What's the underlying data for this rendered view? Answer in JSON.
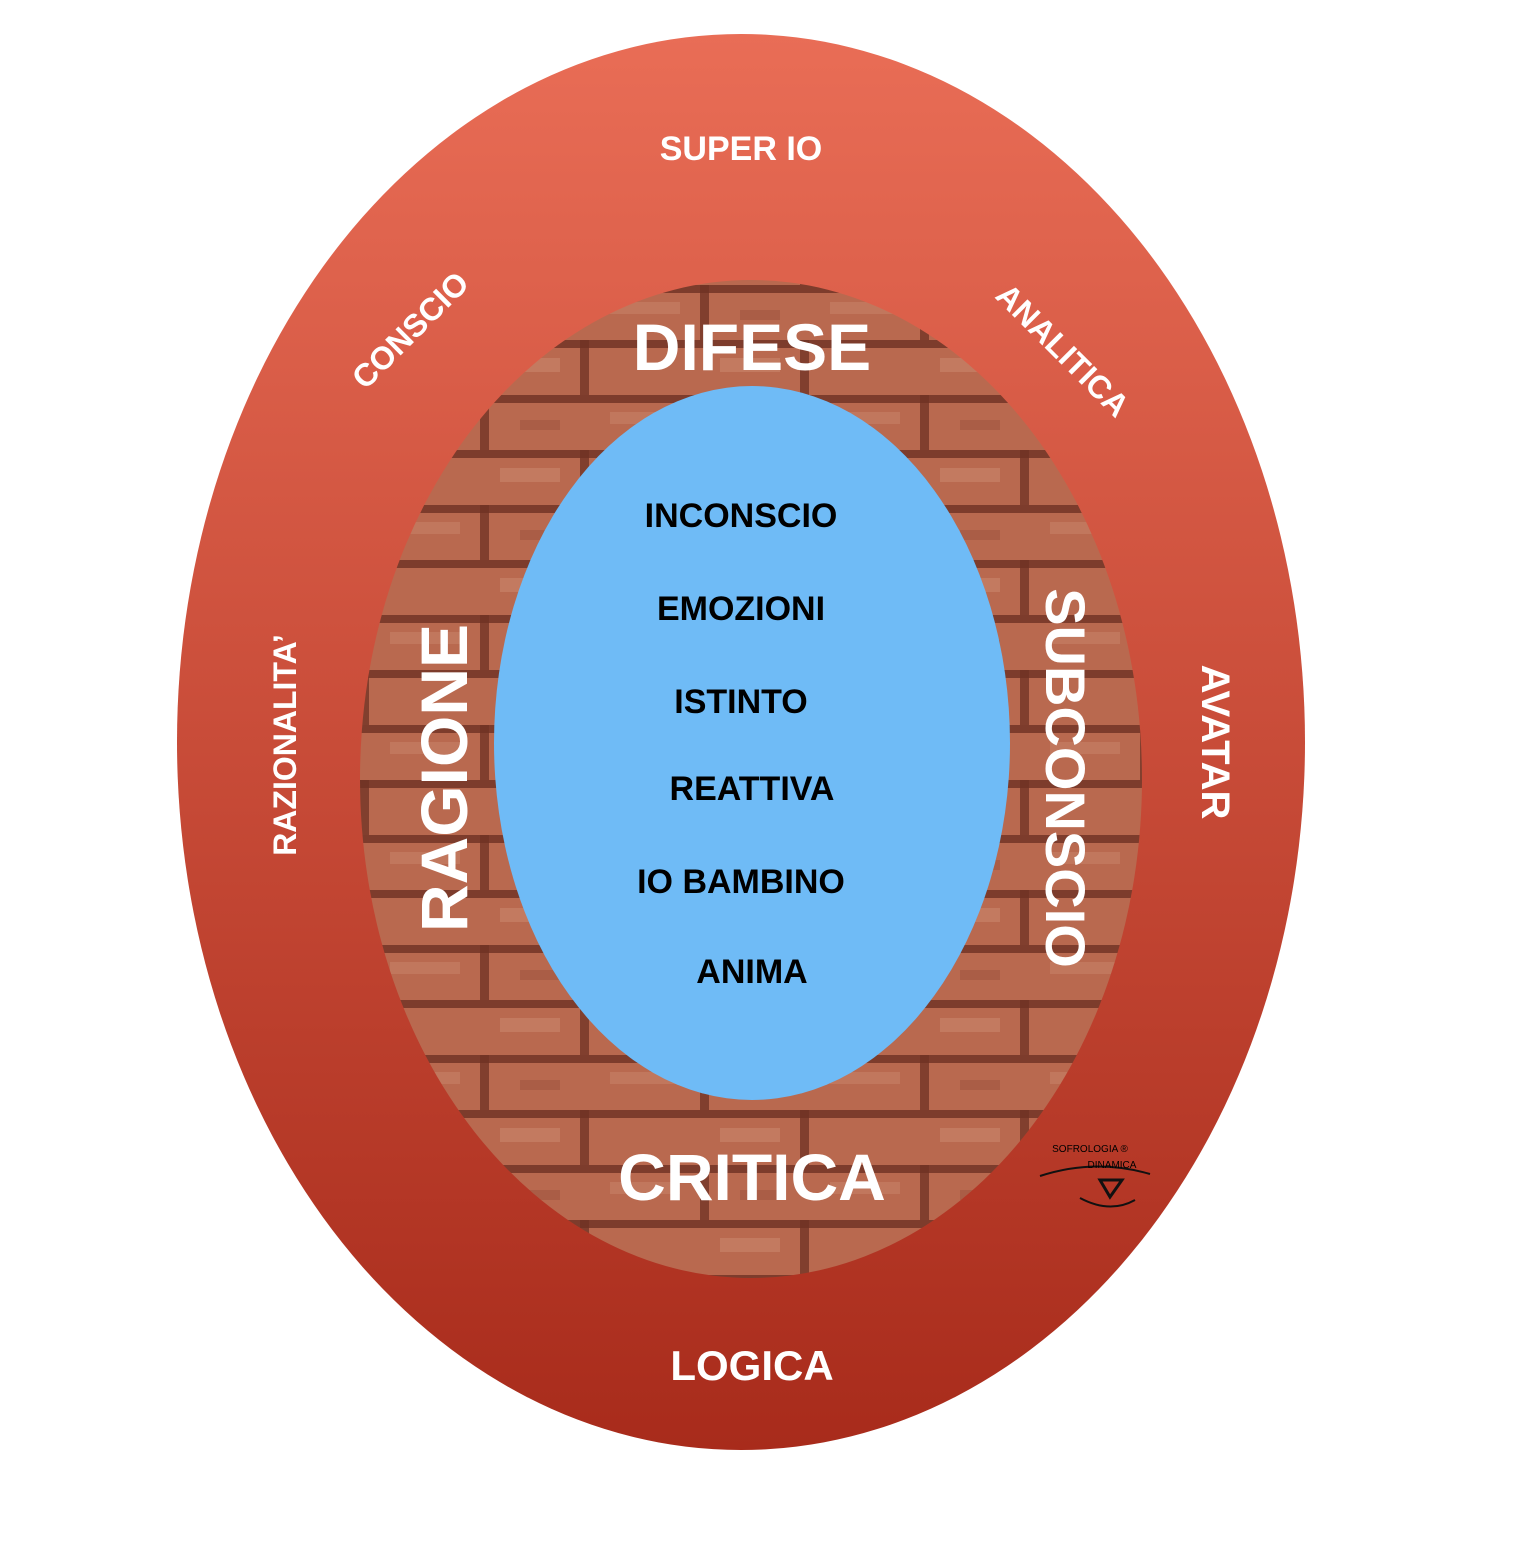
{
  "outer_ring": {
    "top": "SUPER IO",
    "top_left": "CONSCIO",
    "top_right": "ANALITICA",
    "left": "RAZIONALITA’",
    "right": "AVATAR",
    "bottom": "LOGICA"
  },
  "brick_wall": {
    "top": "DIFESE",
    "bottom": "CRITICA",
    "left": "RAGIONE",
    "right": "SUBCONSCIO"
  },
  "core": {
    "items": [
      "INCONSCIO",
      "EMOZIONI",
      "ISTINTO",
      "REATTIVA",
      "IO BAMBINO",
      "ANIMA"
    ]
  },
  "logo": {
    "line1": "SOFROLOGIA ®",
    "line2": "DINAMICA"
  },
  "colors": {
    "outer_top": "#e96d56",
    "outer_bottom": "#a82b1b",
    "brick": "#b9694f",
    "mortar": "#6e3123",
    "core": "#6fbbf6"
  }
}
